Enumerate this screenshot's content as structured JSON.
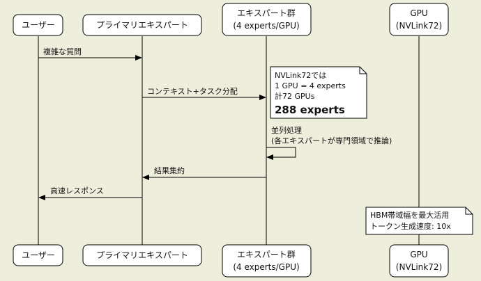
{
  "colors": {
    "background": "#eeeedd",
    "box_fill": "#ffffff",
    "stroke": "#000000",
    "text": "#111111"
  },
  "participants": [
    {
      "id": "user",
      "lines": [
        "ユーザー"
      ]
    },
    {
      "id": "primary",
      "lines": [
        "プライマリエキスパート"
      ]
    },
    {
      "id": "experts",
      "lines": [
        "エキスパート群",
        "(4 experts/GPU)"
      ]
    },
    {
      "id": "gpu",
      "lines": [
        "GPU",
        "(NVLink72)"
      ]
    }
  ],
  "messages": [
    {
      "id": "m1",
      "from": "user",
      "to": "primary",
      "lines": [
        "複雑な質問"
      ]
    },
    {
      "id": "m2",
      "from": "primary",
      "to": "experts",
      "lines": [
        "コンテキスト+タスク分配"
      ]
    },
    {
      "id": "m3",
      "from": "experts",
      "to": "experts",
      "lines": [
        "並列処理",
        "(各エキスパートが専門領域で推論)"
      ]
    },
    {
      "id": "m4",
      "from": "experts",
      "to": "primary",
      "lines": [
        "結果集約"
      ]
    },
    {
      "id": "m5",
      "from": "primary",
      "to": "user",
      "lines": [
        "高速レスポンス"
      ]
    }
  ],
  "notes": [
    {
      "id": "note-nvlink",
      "lines": [
        "NVLink72では",
        "1 GPU = 4 experts",
        "計72 GPUs"
      ],
      "emphasis": "288 experts"
    },
    {
      "id": "note-hbm",
      "lines": [
        "HBM帯域幅を最大活用",
        "トークン生成速度: 10x"
      ]
    }
  ]
}
